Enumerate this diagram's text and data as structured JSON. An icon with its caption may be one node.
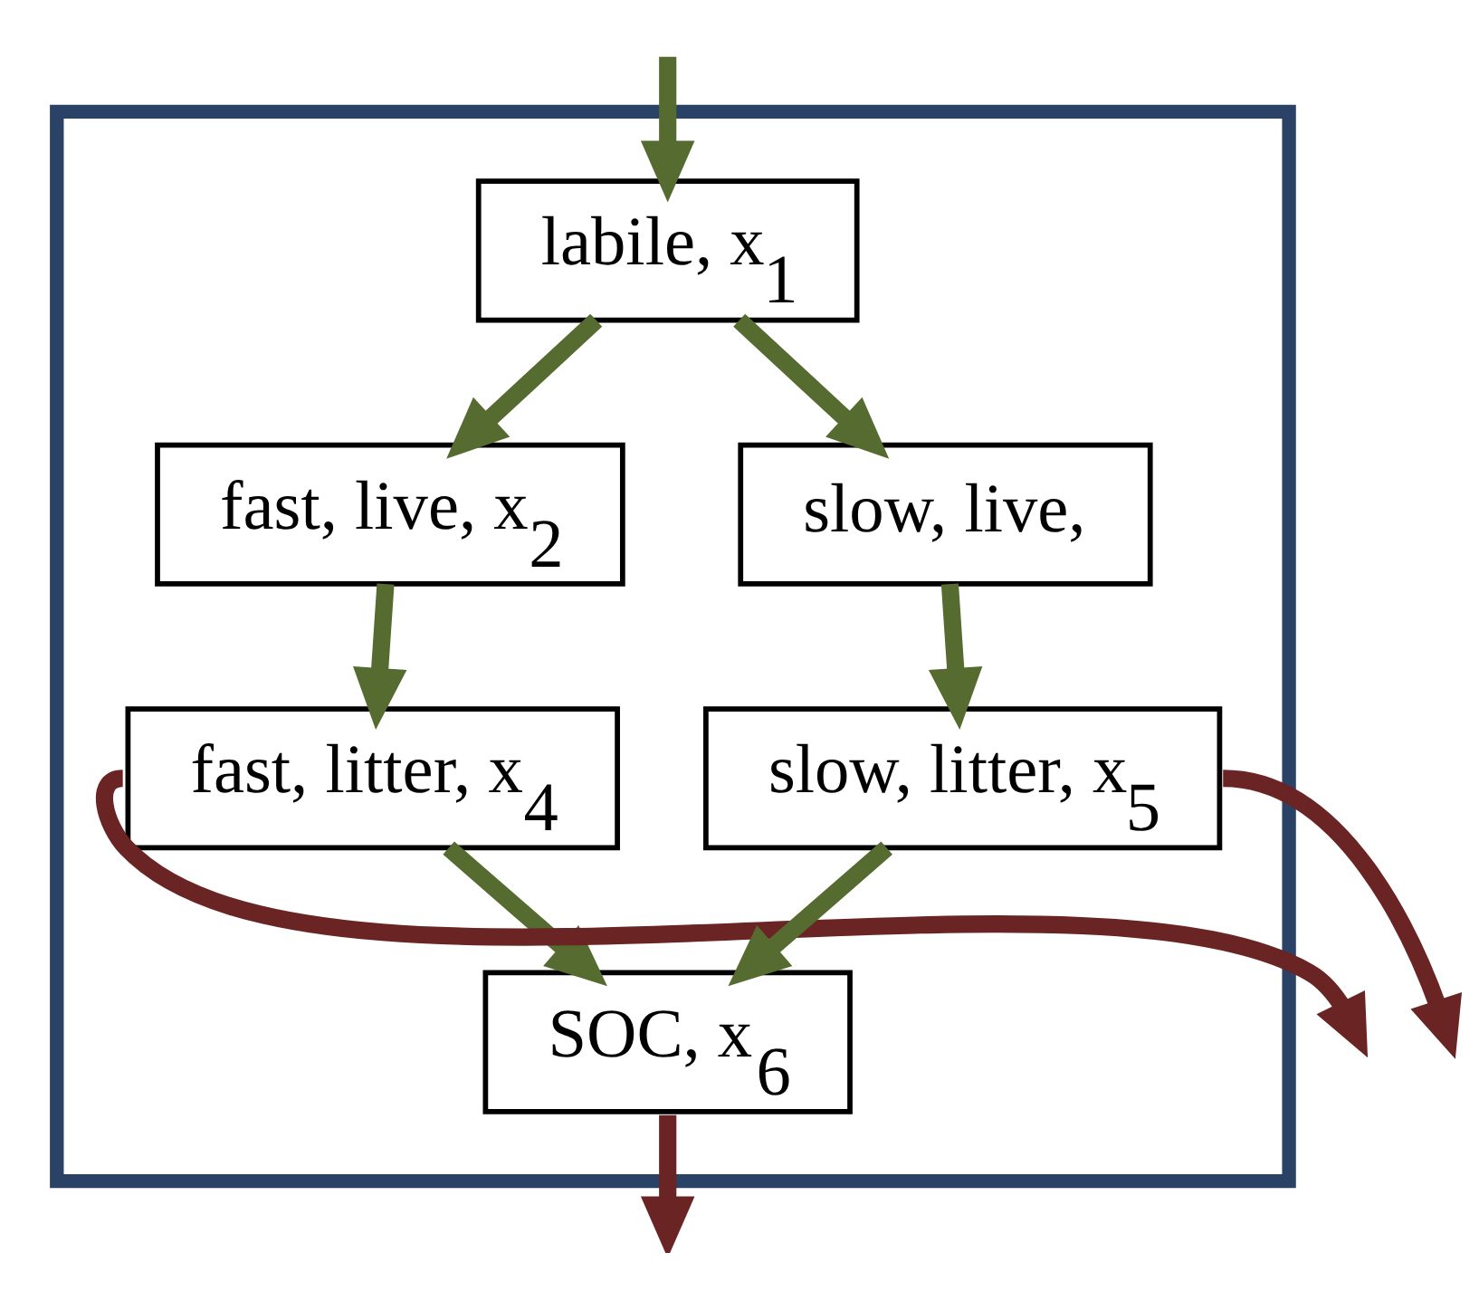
{
  "diagram": {
    "nodes": [
      {
        "text": [],
        "shape": "box"
      },
      {
        "text": [
          "labile, x$_{1}$"
        ],
        "in": 0
      },
      {
        "text": [
          "fast, live, x$_{2}$"
        ],
        "in": 0
      },
      {
        "text": [
          "slow, live,"
        ],
        "in": 0
      },
      {
        "text": [
          "fast, litter, x$_{4}$"
        ],
        "in": 0
      },
      {
        "text": [
          "slow, litter, x$_{5}$"
        ],
        "in": 0
      },
      {
        "text": [
          "SOC, x$_{6}$"
        ],
        "in": 0
      }
    ],
    "edges": [
      {
        "from": null,
        "to": 1,
        "arrow": "to"
      },
      {
        "from": 1,
        "to": 2,
        "arrow": "to"
      },
      {
        "from": 1,
        "to": 3,
        "arrow": "to"
      },
      {
        "from": 2,
        "to": 4,
        "arrow": "to"
      },
      {
        "from": 3,
        "to": 5,
        "arrow": "to"
      },
      {
        "from": 4,
        "to": null,
        "arrow": "to",
        "color": "#6b2424"
      },
      {
        "from": 5,
        "to": null,
        "arrow": "to",
        "color": "#6b2424"
      },
      {
        "from": 4,
        "to": 6,
        "arrow": "to"
      },
      {
        "from": 5,
        "to": 6,
        "arrow": "to"
      },
      {
        "from": 6,
        "to": null,
        "arrow": "to",
        "color": "#6b2424"
      }
    ]
  }
}
